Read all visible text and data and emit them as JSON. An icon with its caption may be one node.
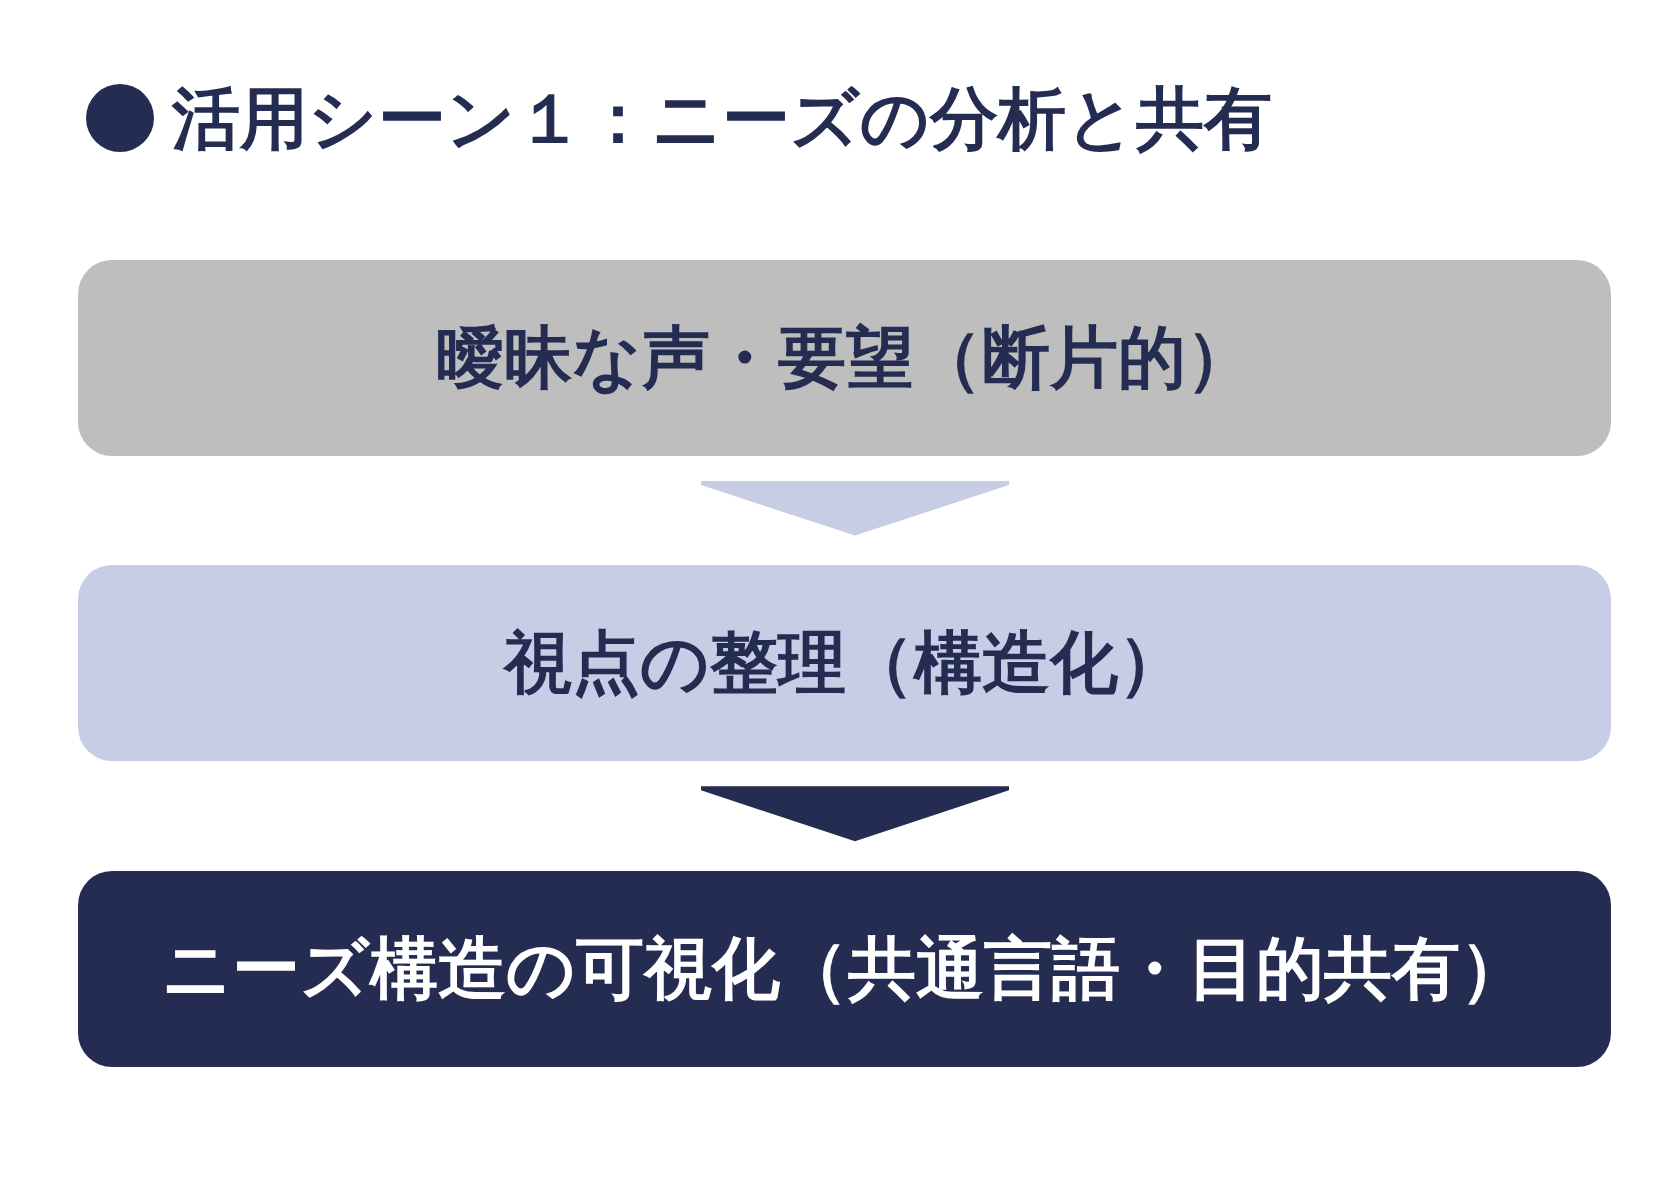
{
  "diagram": {
    "title": "活用シーン１：ニーズの分析と共有",
    "nodes": [
      {
        "text": [
          "曖昧な声・要望（断片的）"
        ]
      },
      {
        "text": [
          "視点の整理（構造化）"
        ]
      },
      {
        "text": [
          "ニーズ構造の可視化（共通言語・目的共有）"
        ]
      }
    ],
    "edges": [
      {
        "from": 0,
        "to": 1,
        "arrow": "to",
        "color": "#c8cde6"
      },
      {
        "from": 1,
        "to": 2,
        "arrow": "to",
        "color": "#242c52"
      }
    ]
  }
}
